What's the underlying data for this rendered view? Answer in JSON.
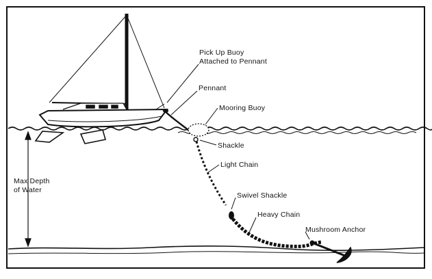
{
  "labels": {
    "pickup_buoy_line1": "Pick Up Buoy",
    "pickup_buoy_line2": "Attached to Pennant",
    "pennant": "Pennant",
    "mooring_buoy": "Mooring Buoy",
    "shackle": "Shackle",
    "light_chain": "Light Chain",
    "swivel_shackle": "Swivel Shackle",
    "heavy_chain": "Heavy Chain",
    "mushroom_anchor": "Mushroom Anchor",
    "max_depth_line1": "Max  Depth",
    "max_depth_line2": "of Water"
  },
  "colors": {
    "ink": "#111111",
    "paper": "#ffffff"
  }
}
